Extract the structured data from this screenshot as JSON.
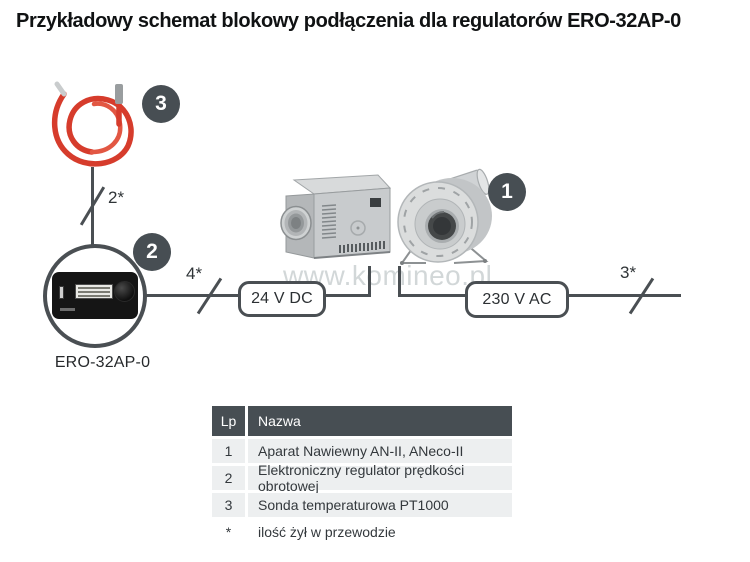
{
  "title": "Przykładowy schemat blokowy podłączenia dla regulatorów ERO-32AP-0",
  "watermark": "www.komineo.pl",
  "diagram": {
    "badges": {
      "fan": "1",
      "regulator": "2",
      "sensor": "3"
    },
    "wire_labels": {
      "sensor_wire": "2*",
      "dc_wire": "4*",
      "ac_wire": "3*"
    },
    "voltage_boxes": {
      "dc": "24 V DC",
      "ac": "230 V AC"
    },
    "regulator_label": "ERO-32AP-0"
  },
  "table": {
    "headers": {
      "lp": "Lp",
      "nazwa": "Nazwa"
    },
    "rows": [
      {
        "lp": "1",
        "nazwa": "Aparat Nawiewny AN-II, ANeco-II"
      },
      {
        "lp": "2",
        "nazwa": "Elektroniczny regulator prędkości obrotowej"
      },
      {
        "lp": "3",
        "nazwa": "Sonda temperaturowa PT1000"
      },
      {
        "lp": "*",
        "nazwa": "ilość żył w przewodzie"
      }
    ]
  },
  "colors": {
    "accent_dark": "#474e53",
    "wire": "#4a4f53",
    "row_bg": "#edeff0",
    "cable_red": "#d63c2c"
  }
}
